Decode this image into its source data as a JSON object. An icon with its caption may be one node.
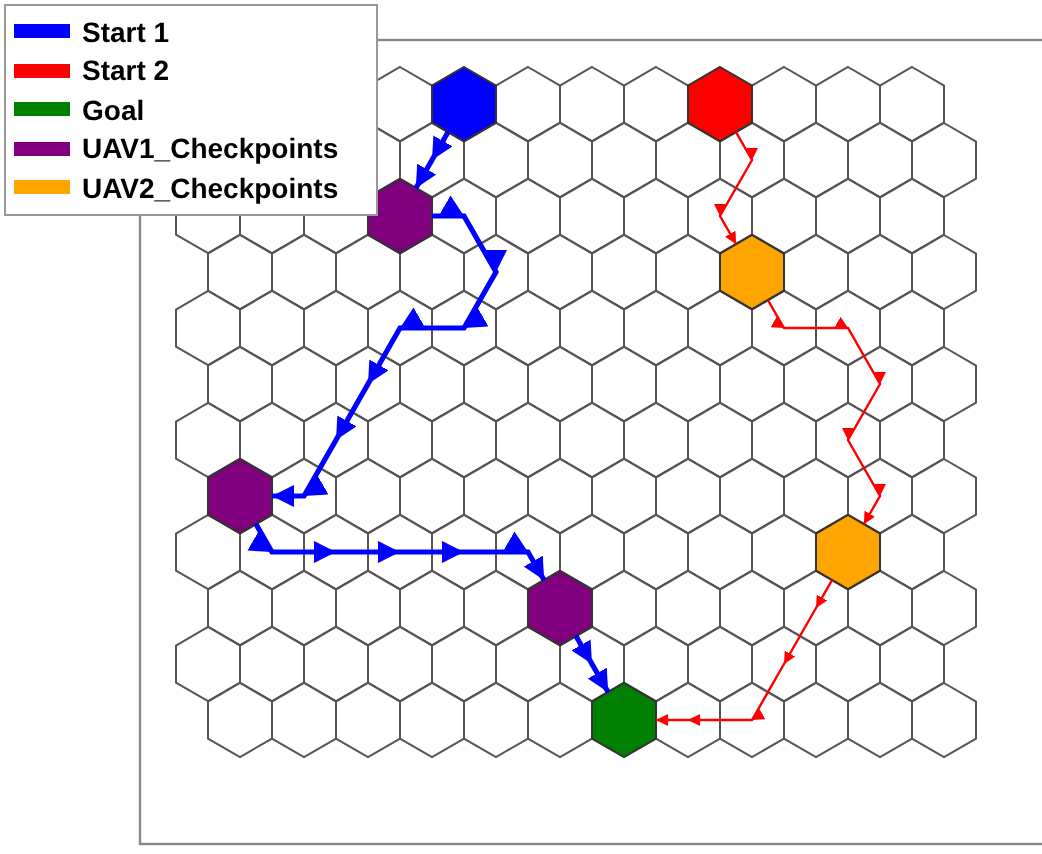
{
  "diagram": {
    "nodes": [
      {
        "text": [],
        "shape": "hexagon"
      },
      {
        "text": [],
        "shape": "hexagon"
      },
      {
        "text": [],
        "shape": "hexagon"
      },
      {
        "text": [],
        "shape": "hexagon"
      },
      {
        "text": [],
        "shape": "hexagon"
      },
      {
        "text": [],
        "shape": "hexagon"
      },
      {
        "text": [],
        "shape": "hexagon"
      },
      {
        "text": [],
        "shape": "hexagon"
      }
    ],
    "edges": [
      {
        "from": 0,
        "to": 2,
        "arrow": "to"
      },
      {
        "from": 2,
        "to": 4,
        "arrow": "to"
      },
      {
        "from": 4,
        "to": 6,
        "arrow": "to"
      },
      {
        "from": 6,
        "to": 7,
        "arrow": "to"
      },
      {
        "from": 1,
        "to": 3,
        "arrow": "to",
        "color": "#ff0000"
      },
      {
        "from": 3,
        "to": 5,
        "arrow": "to",
        "color": "#ff0000"
      },
      {
        "from": 5,
        "to": 7,
        "arrow": "to",
        "color": "#ff0000"
      }
    ],
    "legend": [
      {
        "text": "Start 1",
        "color": "#0000ff"
      },
      {
        "text": "Start 2",
        "color": "#ff0000"
      },
      {
        "text": "Goal",
        "color": "#008000"
      },
      {
        "text": "UAV1_Checkpoints",
        "color": "#800080"
      },
      {
        "text": "UAV2_Checkpoints",
        "color": "#ffa500"
      }
    ]
  }
}
